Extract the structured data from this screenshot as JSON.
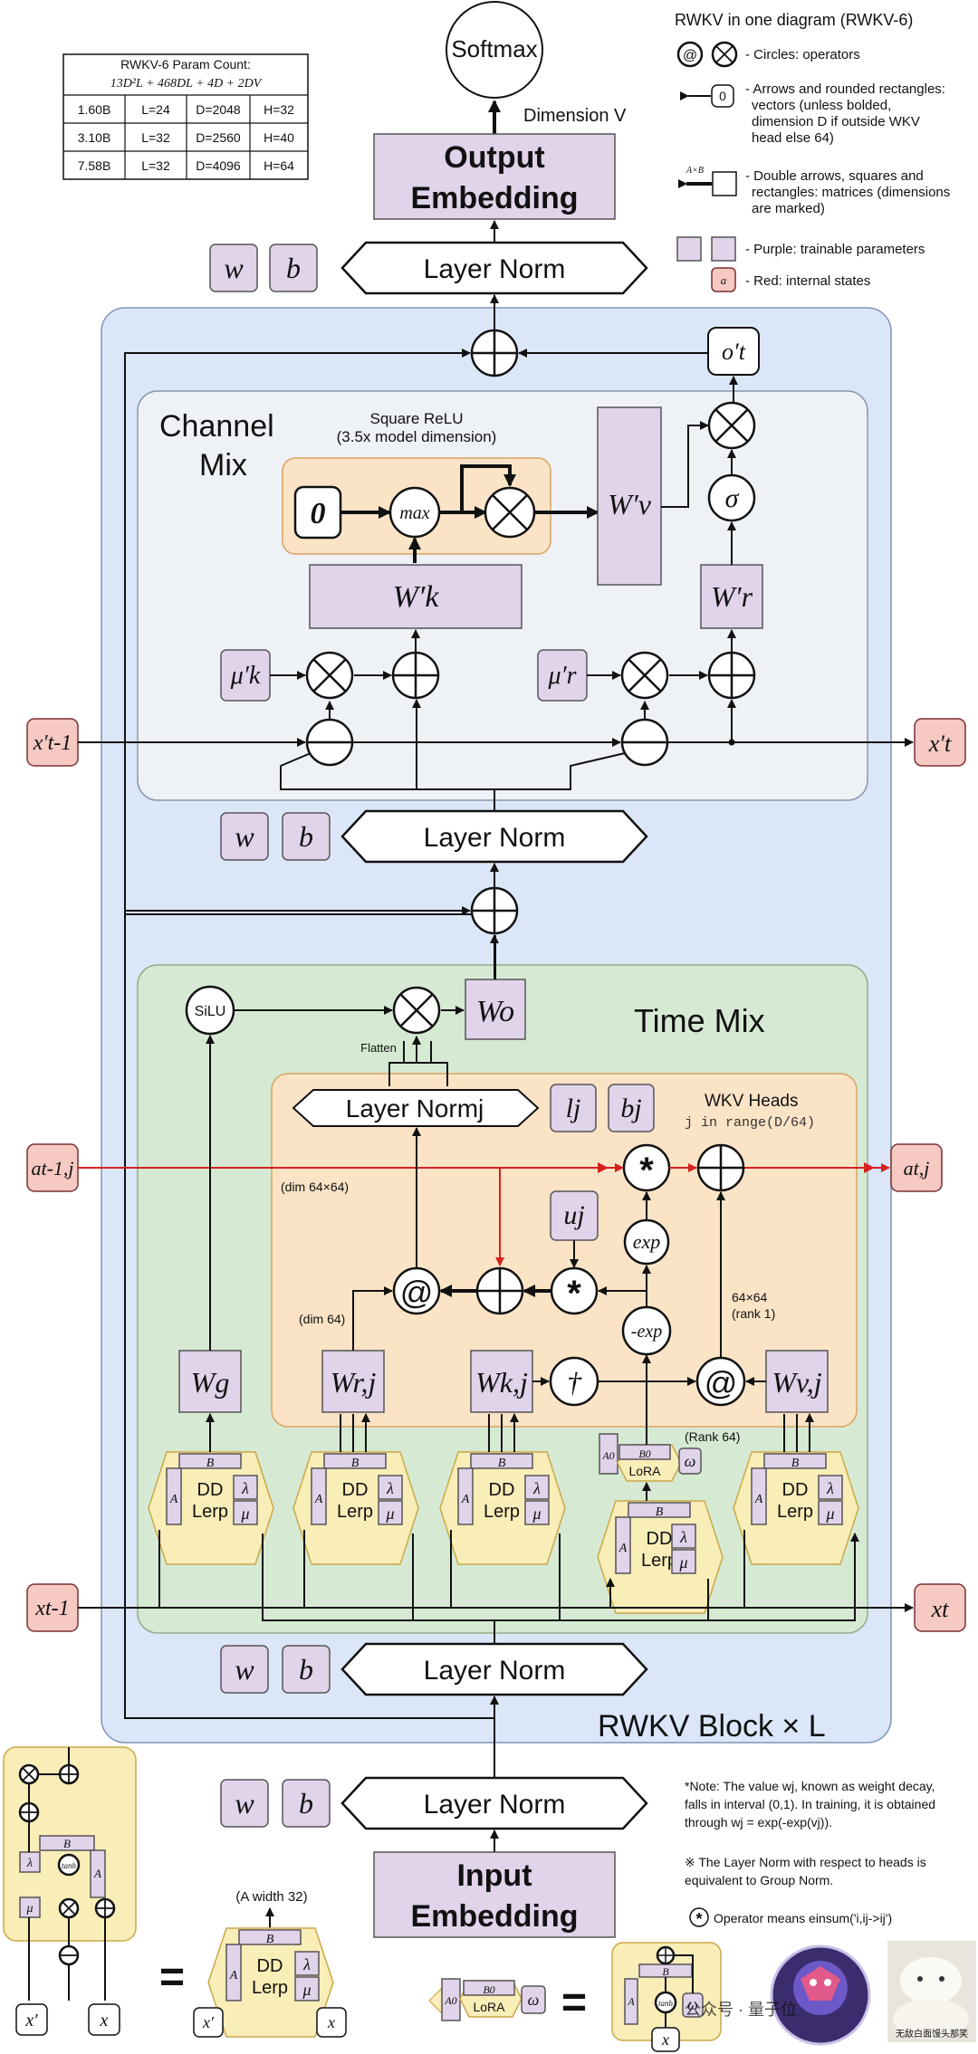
{
  "legend": {
    "title": "RWKV in one diagram (RWKV-6)",
    "circles": "- Circles: operators",
    "arrows": "- Arrows and rounded rectangles: vectors (unless bolded, dimension D if outside WKV head else 64)",
    "arrows_l1": "- Arrows and rounded rectangles:",
    "arrows_l2": "vectors (unless bolded,",
    "arrows_l3": "dimension D if outside WKV",
    "arrows_l4": "head else 64)",
    "double_l1": "- Double arrows, squares and",
    "double_l2": "rectangles: matrices (dimensions",
    "double_l3": "are marked)",
    "purple": "- Purple: trainable parameters",
    "red": "- Red: internal states",
    "vec_example": "0",
    "mat_example": "A×B",
    "red_example": "a"
  },
  "param_table": {
    "title": "RWKV-6 Param Count:",
    "formula": "13D²L + 468DL + 4D + 2DV",
    "rows": [
      [
        "1.60B",
        "L=24",
        "D=2048",
        "H=32"
      ],
      [
        "3.10B",
        "L=32",
        "D=2560",
        "H=40"
      ],
      [
        "7.58B",
        "L=32",
        "D=4096",
        "H=64"
      ]
    ]
  },
  "top": {
    "softmax": "Softmax",
    "dimension": "Dimension V",
    "output_embedding_l1": "Output",
    "output_embedding_l2": "Embedding"
  },
  "layer_norm": "Layer Norm",
  "w": "w",
  "b": "b",
  "channel_mix": {
    "title_l1": "Channel",
    "title_l2": "Mix",
    "square_relu_l1": "Square ReLU",
    "square_relu_l2": "(3.5x model dimension)",
    "zero": "0",
    "max": "max",
    "wk": "W′k",
    "wv": "W′v",
    "wr": "W′r",
    "mu_k": "μ′k",
    "mu_r": "μ′r",
    "sigma": "σ",
    "o_prime": "o′t",
    "x_prev": "x′t-1",
    "x_out": "x′t"
  },
  "time_mix": {
    "title": "Time Mix",
    "silu": "SiLU",
    "wo": "Wo",
    "flatten": "Flatten",
    "layer_norm_j": "Layer Normj",
    "lj": "lj",
    "bj": "bj",
    "wkv_heads": "WKV Heads",
    "range": "j in range(D/64)",
    "a_prev": "at-1,j",
    "a_out": "at,j",
    "dim6464": "(dim 64×64)",
    "dim64": "(dim 64)",
    "uj": "uj",
    "exp": "exp",
    "negexp": "-exp",
    "rank1_l1": "64×64",
    "rank1_l2": "(rank 1)",
    "dagger": "†",
    "at": "@",
    "wg": "Wg",
    "wr": "Wr,j",
    "wk": "Wk,j",
    "wv": "Wv,j",
    "rank64": "(Rank 64)",
    "lora": "LoRA",
    "a0": "A0",
    "b0": "B0",
    "omega": "ω",
    "x_prev": "xt-1",
    "x_out": "xt"
  },
  "ddlerp": {
    "B": "B",
    "A": "A",
    "dd": "DD",
    "lerp": "Lerp",
    "lambda": "λ",
    "mu": "μ"
  },
  "block_label": "RWKV Block × L",
  "input_embedding_l1": "Input",
  "input_embedding_l2": "Embedding",
  "notes": {
    "note1_l1": "*Note: The value wj, known as weight decay,",
    "note1_l2": "falls in interval (0,1). In training, it is obtained",
    "note1_l3": "through wj = exp(-exp(vj)).",
    "note2_l1": "※ The Layer Norm with respect to heads is",
    "note2_l2": "equivalent to Group Norm.",
    "note3": "Operator means einsum('i,ij->ij')"
  },
  "bottom": {
    "a_width": "(A width 32)",
    "x_prime": "x′",
    "x": "x",
    "tanh": "tanh",
    "equals": "=",
    "watermark": "公众号 · 量子位",
    "thumb_caption": "无敌白面馒头那笑"
  }
}
